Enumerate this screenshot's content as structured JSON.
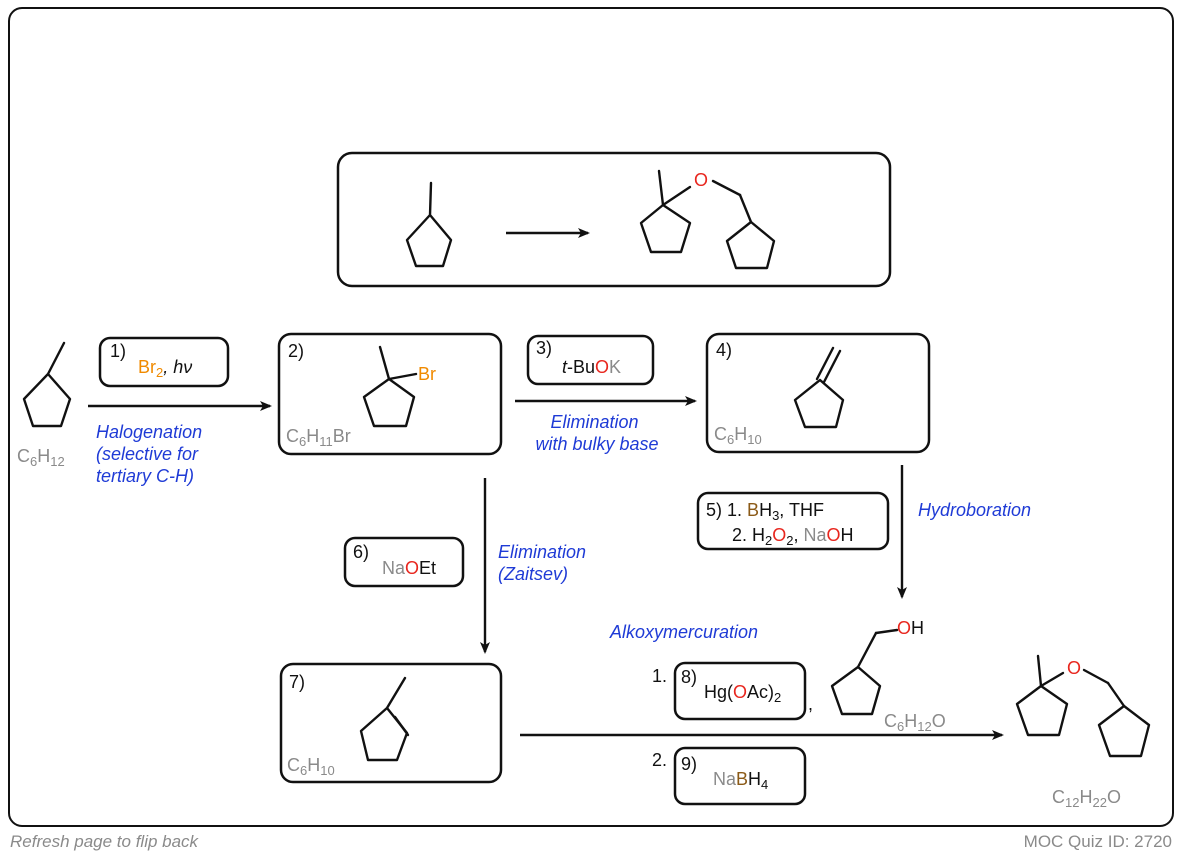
{
  "footer": {
    "left": "Refresh page to flip back",
    "right": "MOC Quiz ID: 2720"
  },
  "colors": {
    "blue_label": "#1f3bd6",
    "oxygen": "#e8261e",
    "bromine": "#f08a00",
    "boron": "#8b5a17",
    "formula_grey": "#8a8a8a"
  },
  "formulas": {
    "start": {
      "base": "C",
      "n1": "6",
      "h": "H",
      "n2": "12"
    },
    "bromide": {
      "base": "C",
      "n1": "6",
      "h": "H",
      "n2": "11",
      "tail": "Br"
    },
    "exo_alkene": {
      "base": "C",
      "n1": "6",
      "h": "H",
      "n2": "10"
    },
    "endo_alkene": {
      "base": "C",
      "n1": "6",
      "h": "H",
      "n2": "10"
    },
    "alcohol": {
      "base": "C",
      "n1": "6",
      "h": "H",
      "n2": "12",
      "tail": "O"
    },
    "ether": {
      "base": "C",
      "n1": "12",
      "h": "H",
      "n2": "22",
      "tail": "O"
    }
  },
  "atoms": {
    "br": "Br",
    "o": "O",
    "oh_o": "O",
    "oh_h": "H"
  },
  "steps": {
    "s1": {
      "num": "1)",
      "reagent": "Br",
      "sub": "2",
      "rest": ", hν"
    },
    "s2": {
      "num": "2)"
    },
    "s3": {
      "num": "3)",
      "pre": "t",
      "mid": "-Bu",
      "o": "O",
      "k": "K"
    },
    "s4": {
      "num": "4)"
    },
    "s5": {
      "num": "5)",
      "l1a": "1. ",
      "b": "B",
      "l1b": "H",
      "l1sub": "3",
      "l1c": ", THF",
      "l2a": "2. H",
      "l2sub1": "2",
      "l2o": "O",
      "l2sub2": "2",
      "l2b": ", ",
      "l2na": "Na",
      "l2o2": "O",
      "l2h": "H"
    },
    "s6": {
      "num": "6)",
      "na": "Na",
      "o": "O",
      "et": "Et"
    },
    "s7": {
      "num": "7)"
    },
    "s8": {
      "pre": "1.",
      "num": "8)",
      "hg": "Hg(",
      "o": "O",
      "ac": "Ac)",
      "sub": "2",
      "comma": ","
    },
    "s9": {
      "pre": "2.",
      "num": "9)",
      "na": "Na",
      "b": "B",
      "h": "H",
      "sub": "4"
    }
  },
  "labels": {
    "halogenation": [
      "Halogenation",
      "(selective for",
      "tertiary C-H)"
    ],
    "elim_bulky": [
      "Elimination",
      "with bulky base"
    ],
    "hydroboration": [
      "Hydroboration"
    ],
    "elim_zaitsev": [
      "Elimination",
      "(Zaitsev)"
    ],
    "alkoxymercuration": [
      "Alkoxymercuration"
    ]
  }
}
